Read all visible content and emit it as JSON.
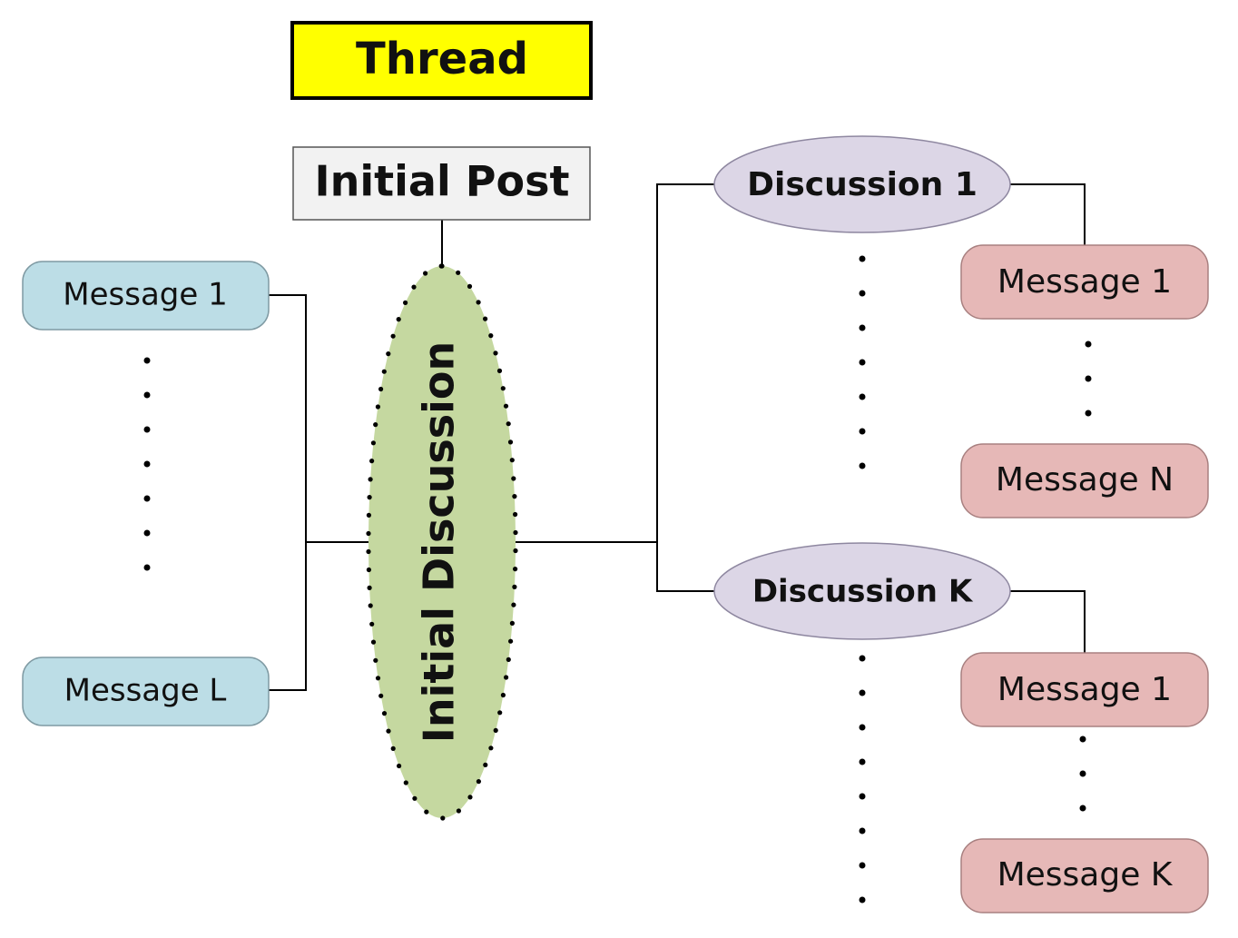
{
  "thread": {
    "label": "Thread",
    "fill": "#ffff00"
  },
  "initial_post": {
    "label": "Initial Post",
    "fill": "#f2f2f2"
  },
  "initial_discussion": {
    "label": "Initial Discussion",
    "fill": "#c5d8a0"
  },
  "left_messages": {
    "fill": "#bcdde6",
    "items": [
      {
        "label": "Message 1"
      },
      {
        "label": "Message L"
      }
    ]
  },
  "discussions": {
    "fill": "#dcd6e6",
    "items": [
      {
        "label": "Discussion 1"
      },
      {
        "label": "Discussion K"
      }
    ]
  },
  "discussion_1_messages": {
    "fill": "#e6b8b7",
    "items": [
      {
        "label": "Message 1"
      },
      {
        "label": "Message N"
      }
    ]
  },
  "discussion_k_messages": {
    "fill": "#e6b8b7",
    "items": [
      {
        "label": "Message 1"
      },
      {
        "label": "Message K"
      }
    ]
  }
}
